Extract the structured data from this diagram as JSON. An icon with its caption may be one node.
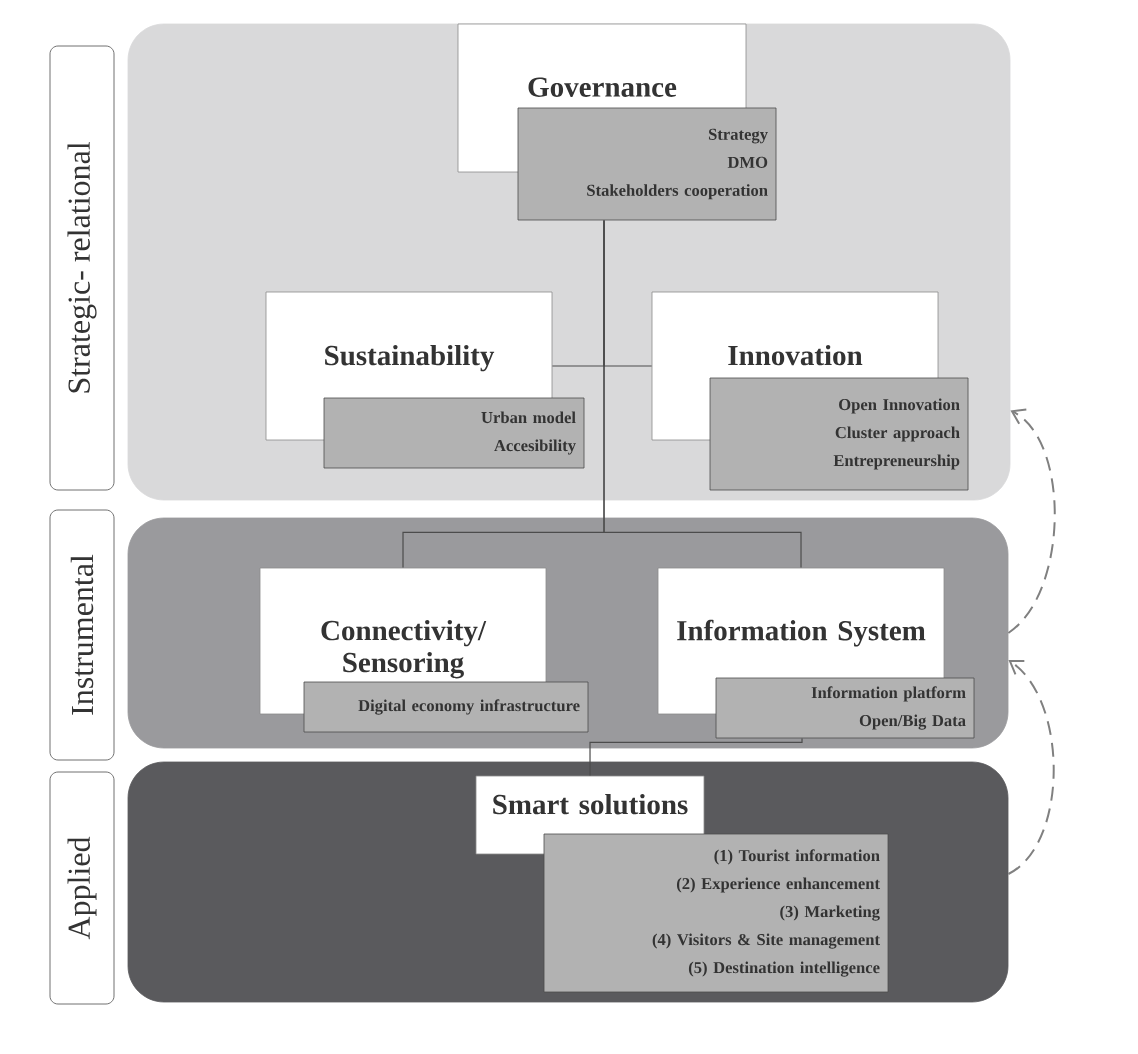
{
  "diagram": {
    "nodes": [
      {
        "text": [
          "Strategic- relational"
        ]
      },
      {
        "text": [],
        "shape": "box"
      },
      {
        "text": [
          "Governance"
        ],
        "in": 1
      },
      {
        "text": [
          "Strategy",
          "DMO",
          "Stakeholders cooperation"
        ],
        "in": 1
      },
      {
        "text": [
          "Sustainability"
        ],
        "in": 1
      },
      {
        "text": [
          "Urban model",
          "Accesibility"
        ],
        "in": 1
      },
      {
        "text": [
          "Innovation"
        ],
        "in": 1
      },
      {
        "text": [
          "Open Innovation",
          "Cluster approach",
          "Entrepreneurship"
        ],
        "in": 1
      },
      {
        "text": [
          "Instrumental"
        ]
      },
      {
        "text": [],
        "shape": "box"
      },
      {
        "text": [
          "Connectivity/ Sensoring"
        ],
        "in": 9
      },
      {
        "text": [
          "Digital economy infrastructure"
        ],
        "in": 9
      },
      {
        "text": [
          "Information System"
        ],
        "in": 9
      },
      {
        "text": [
          "Information platform",
          "Open/Big Data"
        ],
        "in": 9
      },
      {
        "text": [
          "Applied"
        ]
      },
      {
        "text": [],
        "shape": "box"
      },
      {
        "text": [
          "Smart solutions"
        ],
        "in": 15
      },
      {
        "text": [
          "(1) Tourist information",
          "(2) Experience enhancement",
          "(3) Marketing",
          "(4) Visitors & Site management",
          "(5) Destination intelligence"
        ],
        "in": 15
      }
    ],
    "edges": [
      {
        "from": 3,
        "to": 4,
        "arrow": "none"
      },
      {
        "from": 3,
        "to": 6,
        "arrow": "none"
      },
      {
        "from": 3,
        "to": 10,
        "arrow": "none"
      },
      {
        "from": 3,
        "to": 12,
        "arrow": "none"
      },
      {
        "from": 13,
        "to": 16,
        "arrow": "none"
      },
      {
        "from": 9,
        "to": 1,
        "arrow": "to",
        "style": "dashed",
        "color": "#808080"
      },
      {
        "from": 15,
        "to": 9,
        "arrow": "to",
        "style": "dashed",
        "color": "#808080"
      }
    ]
  }
}
